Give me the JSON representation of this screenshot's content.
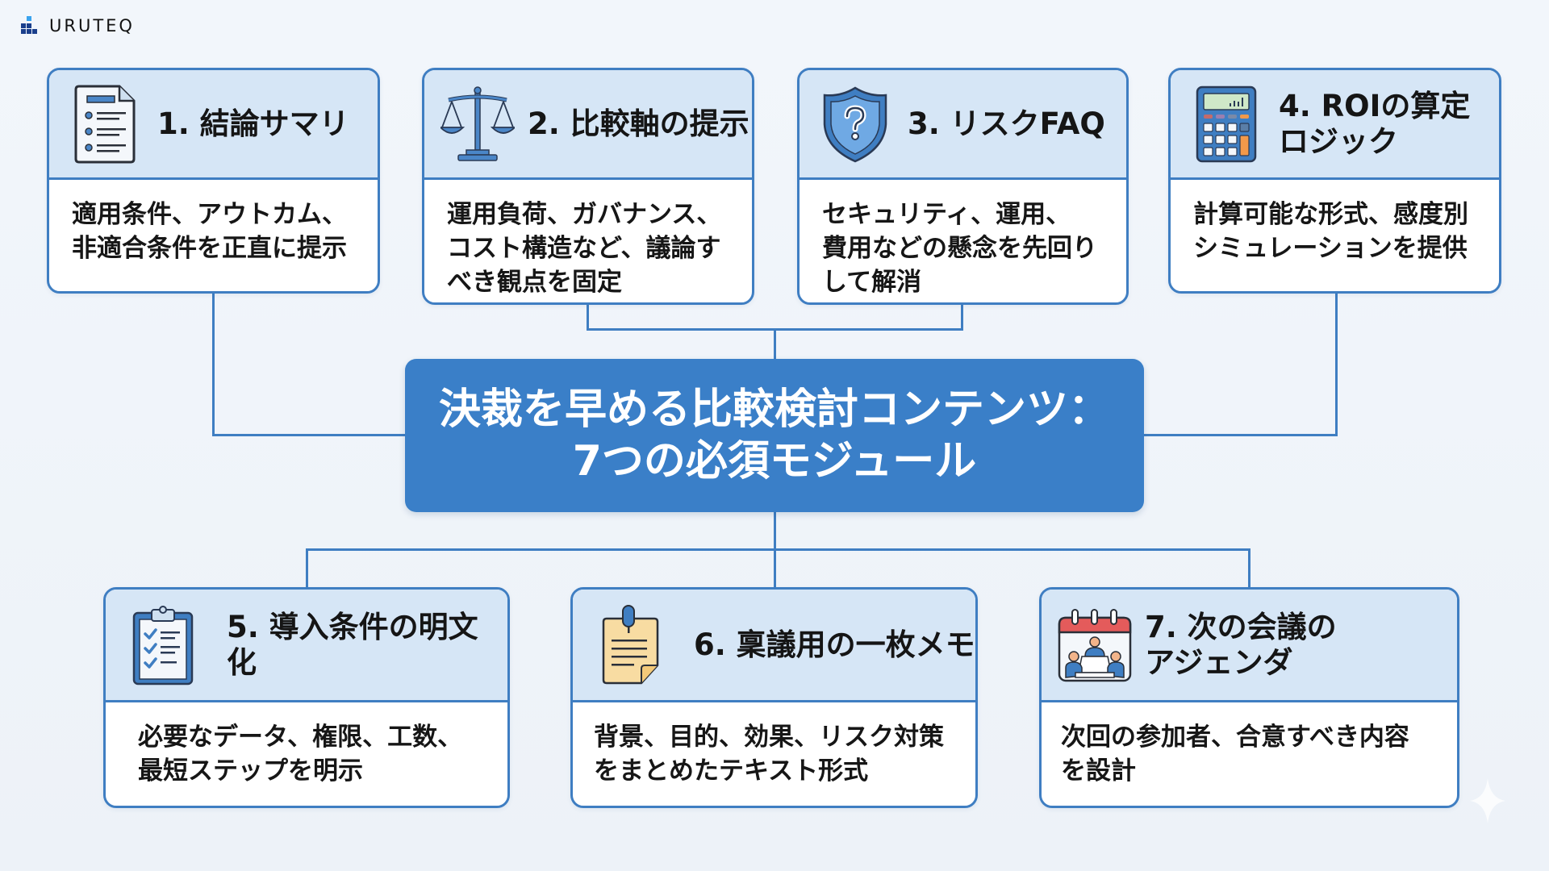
{
  "brand": {
    "name": "URUTEQ",
    "icon": "bar-blocks-logo-icon"
  },
  "colors": {
    "accent": "#3a7fc8",
    "line": "#3f7ec2",
    "header_fill": "#d6e6f6",
    "background": "#eef3f9"
  },
  "center": {
    "title_line1": "決裁を早める比較検討コンテンツ：",
    "title_line2": "7つの必須モジュール"
  },
  "modules": [
    {
      "title": "1. 結論サマリ",
      "icon": "document-list-icon",
      "body": [
        "適用条件、アウトカム、",
        "非適合条件を正直に提示"
      ]
    },
    {
      "title": "2. 比較軸の提示",
      "icon": "balance-scale-icon",
      "body": [
        "運用負荷、ガバナンス、",
        "コスト構造など、議論す",
        "べき観点を固定"
      ]
    },
    {
      "title": "3. リスクFAQ",
      "icon": "shield-question-icon",
      "body": [
        "セキュリティ、運用、",
        "費用などの懸念を先回り",
        "して解消"
      ]
    },
    {
      "title_line1": "4. ROIの算定",
      "title_line2": "ロジック",
      "icon": "calculator-icon",
      "body": [
        "計算可能な形式、感度別",
        "シミュレーションを提供"
      ]
    },
    {
      "title": "5. 導入条件の明文化",
      "icon": "clipboard-checklist-icon",
      "body": [
        "必要なデータ、権限、工数、",
        "最短ステップを明示"
      ]
    },
    {
      "title": "6. 稟議用の一枚メモ",
      "icon": "pinned-memo-icon",
      "body": [
        "背景、目的、効果、リスク対策",
        "をまとめたテキスト形式"
      ]
    },
    {
      "title_line1": "7. 次の会議の",
      "title_line2": "アジェンダ",
      "icon": "calendar-meeting-icon",
      "body": [
        "次回の参加者、合意すべき内容",
        "を設計"
      ]
    }
  ]
}
